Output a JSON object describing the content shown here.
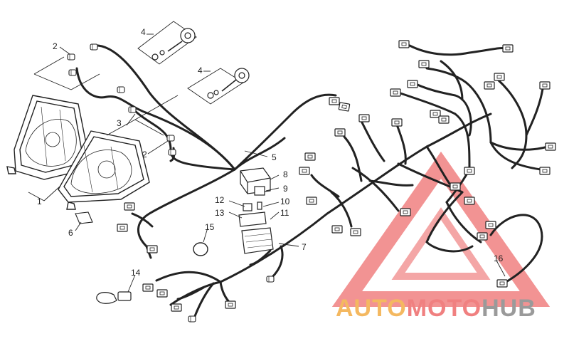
{
  "callouts": [
    {
      "id": "1",
      "label": "1"
    },
    {
      "id": "2a",
      "label": "2"
    },
    {
      "id": "2b",
      "label": "2"
    },
    {
      "id": "3",
      "label": "3"
    },
    {
      "id": "4a",
      "label": "4"
    },
    {
      "id": "4b",
      "label": "4"
    },
    {
      "id": "5",
      "label": "5"
    },
    {
      "id": "6",
      "label": "6"
    },
    {
      "id": "7",
      "label": "7"
    },
    {
      "id": "8",
      "label": "8"
    },
    {
      "id": "9",
      "label": "9"
    },
    {
      "id": "10",
      "label": "10"
    },
    {
      "id": "11",
      "label": "11"
    },
    {
      "id": "12",
      "label": "12"
    },
    {
      "id": "13",
      "label": "13"
    },
    {
      "id": "14",
      "label": "14"
    },
    {
      "id": "15",
      "label": "15"
    },
    {
      "id": "16",
      "label": "16"
    }
  ],
  "watermark": {
    "part1": "AUTO",
    "part2": "MOTO",
    "part3": "HUB",
    "color_triangle": "#f08080",
    "color_auto": "#f4b860",
    "color_hub": "#9a9a9a"
  },
  "colors": {
    "line": "#222222",
    "background": "#ffffff"
  }
}
